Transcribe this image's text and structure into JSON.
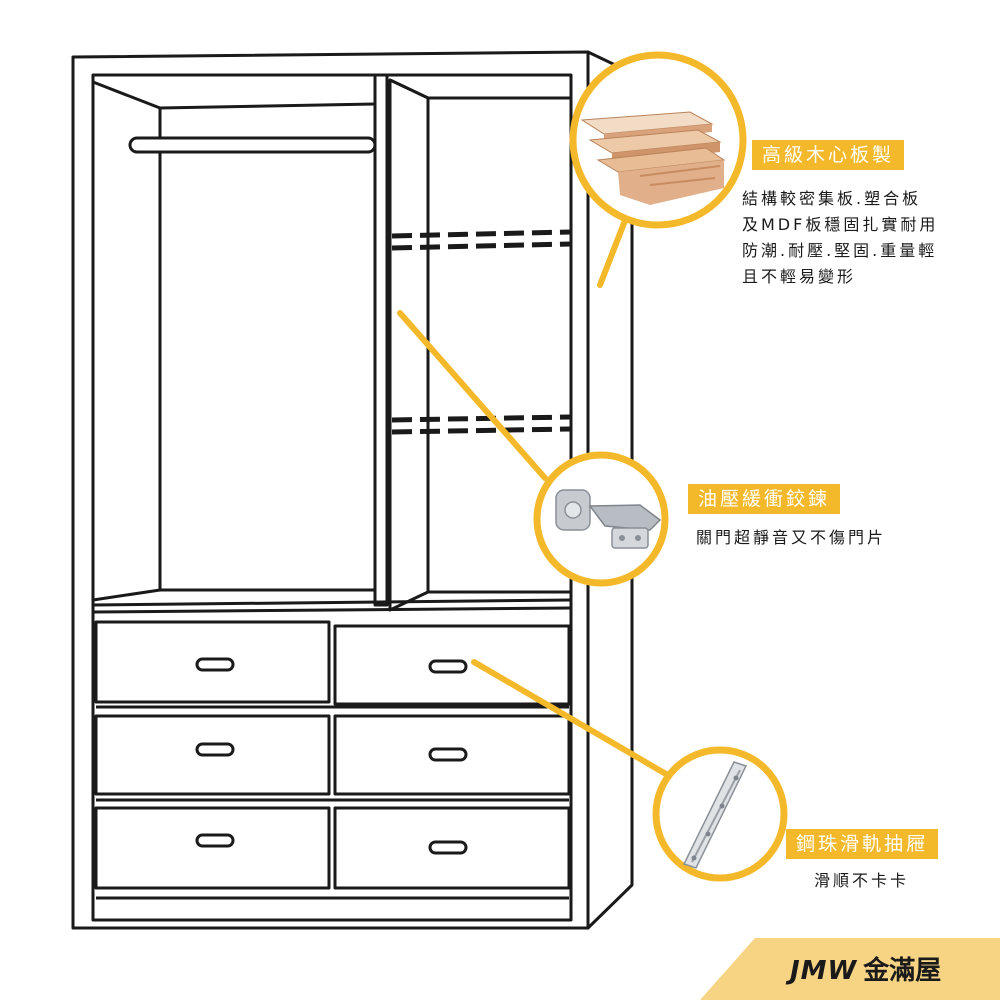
{
  "features": [
    {
      "title": "高級木心板製",
      "lines": [
        "結構較密集板.塑合板",
        "及MDF板穩固扎實耐用",
        "防潮.耐壓.堅固.重量輕",
        "且不輕易變形"
      ]
    },
    {
      "title": "油壓緩衝鉸鍊",
      "lines": [
        "關門超靜音又不傷門片"
      ]
    },
    {
      "title": "鋼珠滑軌抽屜",
      "lines": [
        "滑順不卡卡"
      ]
    }
  ],
  "brand": {
    "latin": "JMW",
    "name": "金滿屋"
  },
  "colors": {
    "accent": "#f4b92b",
    "line": "#1a1a1a",
    "wood_panel": "#d9a27a",
    "wood_core": "#e8bd95"
  }
}
